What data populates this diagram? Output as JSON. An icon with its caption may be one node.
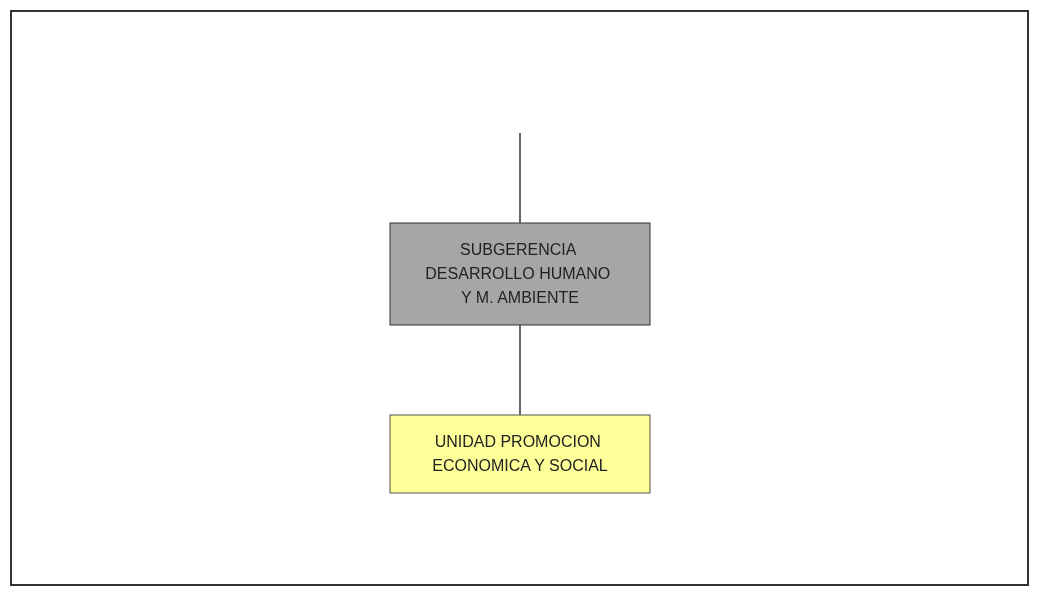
{
  "diagram": {
    "nodes": [
      {
        "text": [
          "SUBGERENCIA DESARROLLO HUMANO Y M. AMBIENTE"
        ]
      },
      {
        "text": [
          "UNIDAD PROMOCION ECONOMICA Y SOCIAL"
        ]
      }
    ],
    "edges": [
      {
        "from": null,
        "to": 0,
        "arrow": "none"
      },
      {
        "from": 0,
        "to": 1,
        "arrow": "none"
      }
    ]
  }
}
